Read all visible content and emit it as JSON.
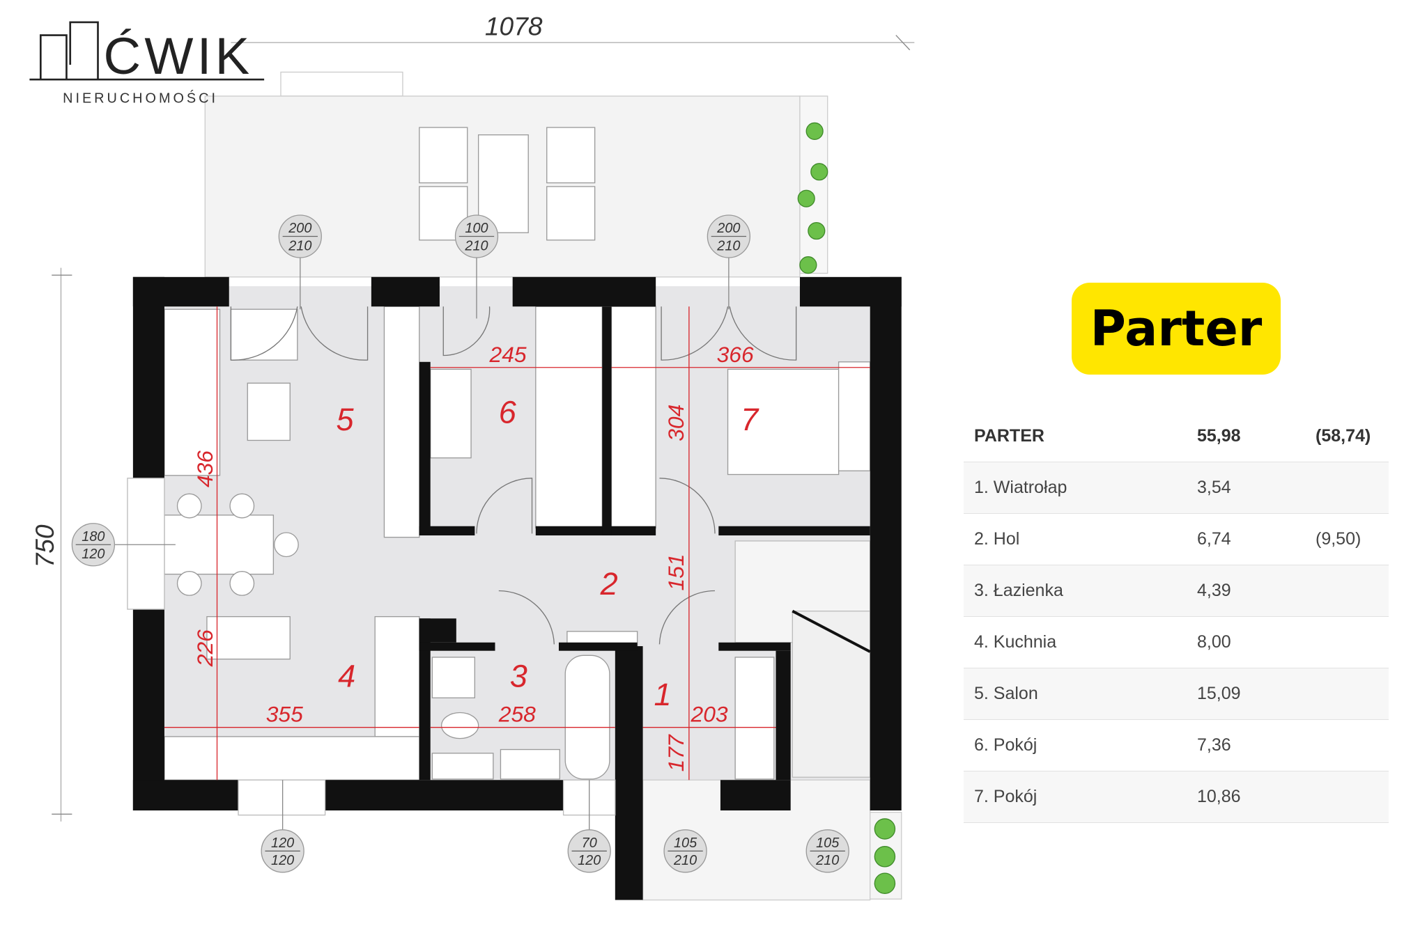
{
  "logo": {
    "brand": "ĆWIK",
    "subtitle": "NIERUCHOMOŚCI"
  },
  "badge": {
    "label": "Parter"
  },
  "dimensions": {
    "width_total": "1078",
    "height_total": "750",
    "d245": "245",
    "d366": "366",
    "d304": "304",
    "d436": "436",
    "d151": "151",
    "d226": "226",
    "d355": "355",
    "d258": "258",
    "d203": "203",
    "d177": "177"
  },
  "rooms": [
    "1",
    "2",
    "3",
    "4",
    "5",
    "6",
    "7"
  ],
  "openings": [
    {
      "w": "200",
      "h": "210"
    },
    {
      "w": "100",
      "h": "210"
    },
    {
      "w": "200",
      "h": "210"
    },
    {
      "w": "180",
      "h": "120"
    },
    {
      "w": "120",
      "h": "120"
    },
    {
      "w": "70",
      "h": "120"
    },
    {
      "w": "105",
      "h": "210"
    },
    {
      "w": "105",
      "h": "210"
    }
  ],
  "table": {
    "header": {
      "name": "PARTER",
      "area": "55,98",
      "alt": "(58,74)"
    },
    "rows": [
      {
        "name": "1. Wiatrołap",
        "area": "3,54",
        "alt": ""
      },
      {
        "name": "2. Hol",
        "area": "6,74",
        "alt": "(9,50)"
      },
      {
        "name": "3. Łazienka",
        "area": "4,39",
        "alt": ""
      },
      {
        "name": "4. Kuchnia",
        "area": "8,00",
        "alt": ""
      },
      {
        "name": "5. Salon",
        "area": "15,09",
        "alt": ""
      },
      {
        "name": "6. Pokój",
        "area": "7,36",
        "alt": ""
      },
      {
        "name": "7. Pokój",
        "area": "10,86",
        "alt": ""
      }
    ]
  },
  "colors": {
    "badge": "#ffe600",
    "dimension": "#d8262c",
    "wall": "#111111",
    "floor": "#e6e6e8"
  }
}
